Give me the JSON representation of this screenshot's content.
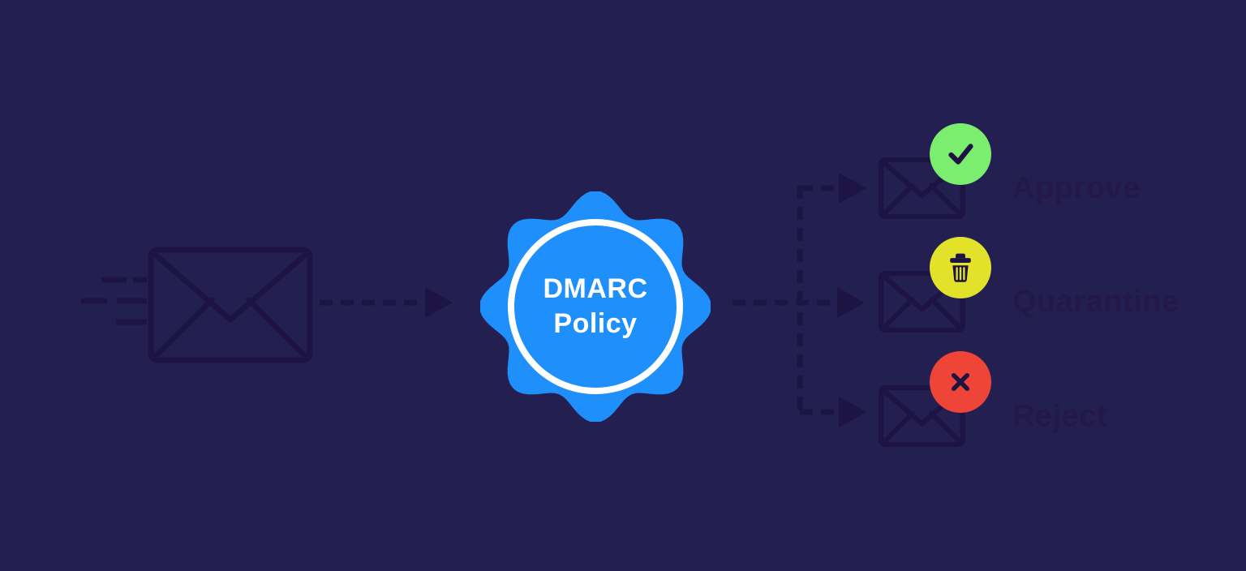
{
  "diagram": {
    "badge": {
      "title_line1": "DMARC",
      "title_line2": "Policy"
    },
    "outcomes": [
      {
        "label": "Approve",
        "icon": "check-icon",
        "color": "#7bed6f"
      },
      {
        "label": "Quarantine",
        "icon": "trash-icon",
        "color": "#e2e22b"
      },
      {
        "label": "Reject",
        "icon": "x-icon",
        "color": "#ef4539"
      }
    ],
    "colors": {
      "background": "#232051",
      "line": "#1e1443",
      "label_text": "#241847",
      "badge_fill": "#1e8ffb",
      "badge_ring": "#ffffff",
      "badge_text": "#ffffff",
      "approve_green": "#7bed6f",
      "quarantine_yellow": "#e2e22b",
      "reject_red": "#ef4539"
    }
  }
}
